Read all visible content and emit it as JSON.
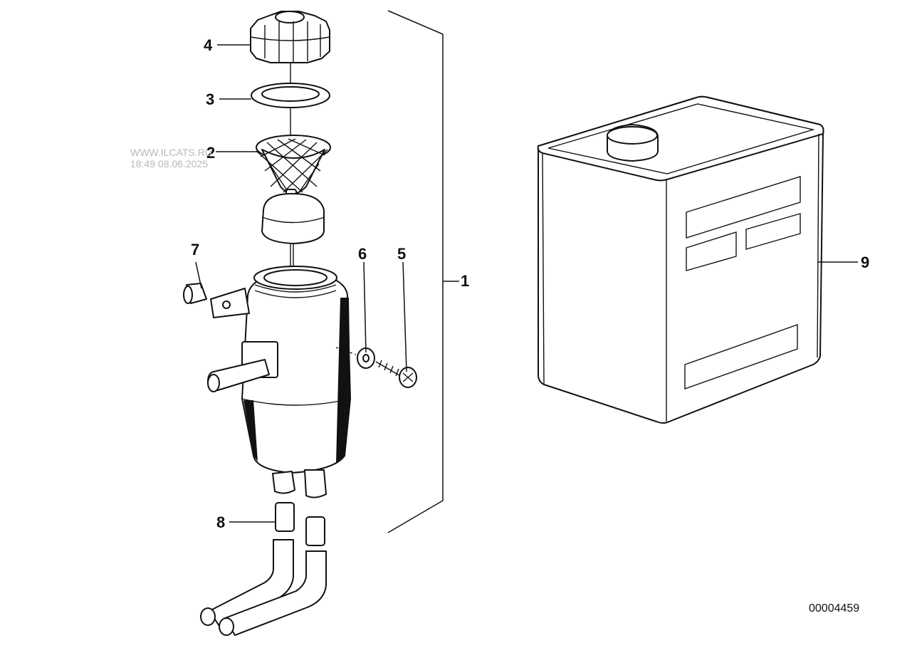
{
  "watermark": {
    "line1": "WWW.ILCATS.RU",
    "line2": "18:49 08.06.2025"
  },
  "callouts": [
    "1",
    "2",
    "3",
    "4",
    "5",
    "6",
    "7",
    "8",
    "9"
  ],
  "document_number": "00004459"
}
